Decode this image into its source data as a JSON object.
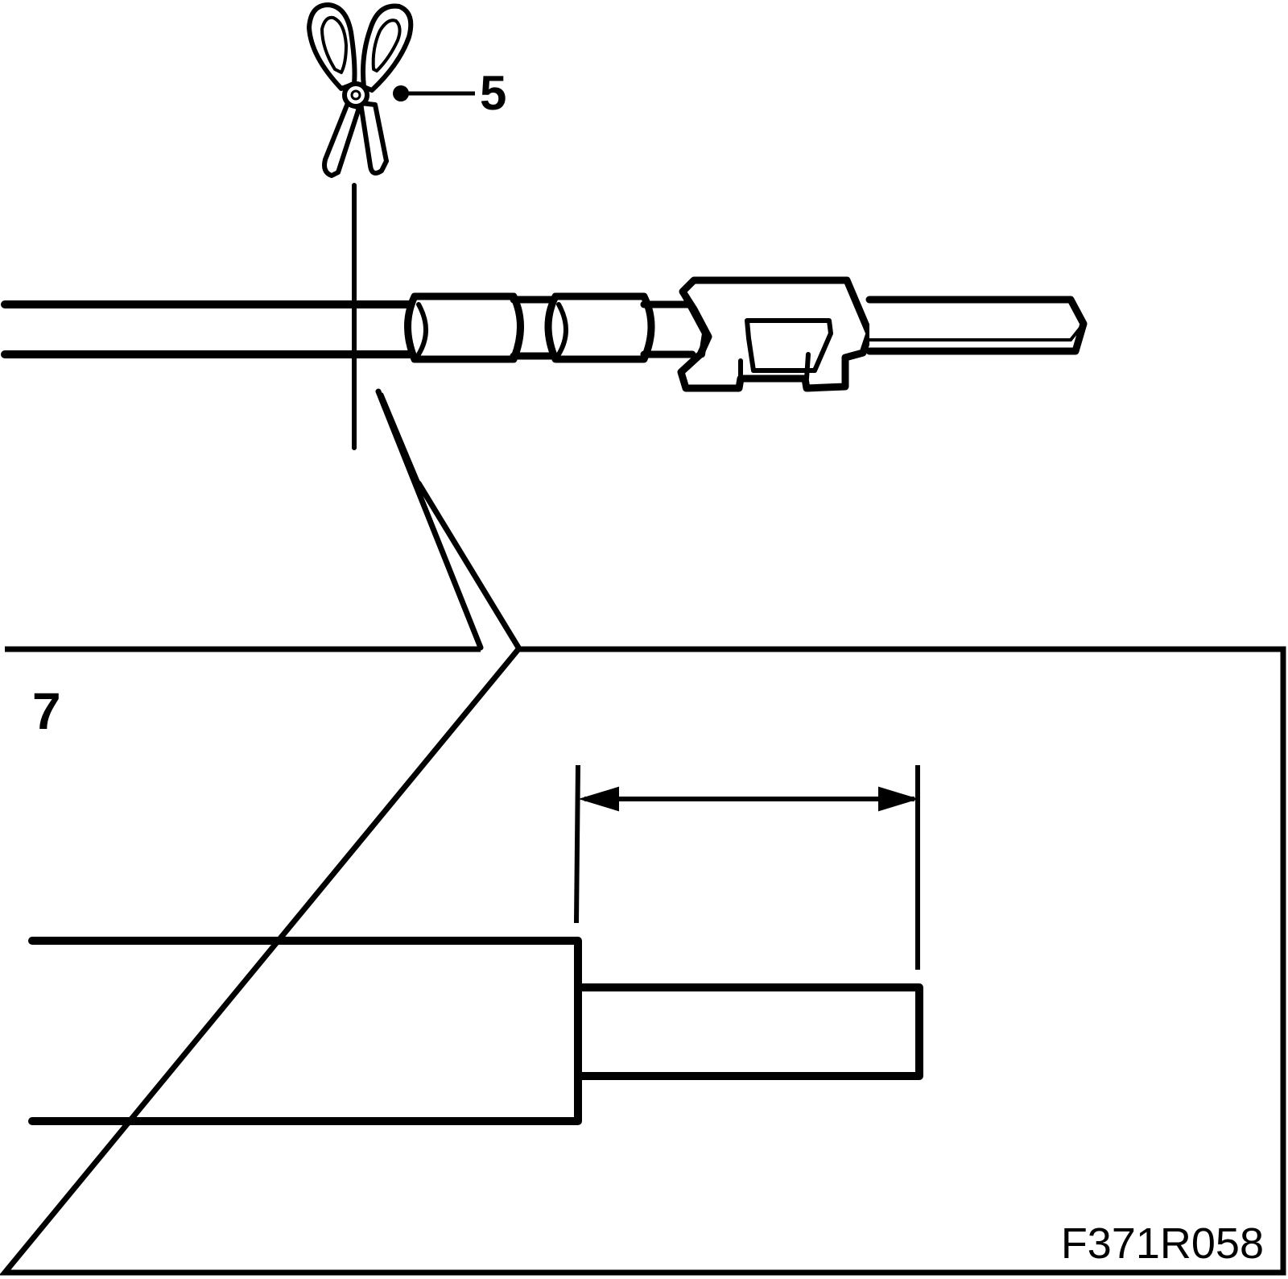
{
  "callouts": {
    "scissors_label": "5",
    "detail_label": "7"
  },
  "figure_code": "F371R058",
  "icons": {
    "scissors": "scissors-icon"
  },
  "colors": {
    "ink": "#000000",
    "paper": "#ffffff"
  }
}
